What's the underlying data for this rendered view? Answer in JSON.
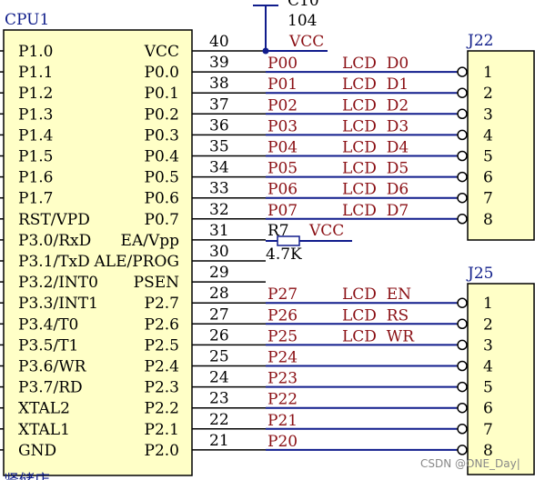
{
  "colors": {
    "line_dark": "#000000",
    "wire_blue": "#101c8c",
    "text_blue": "#0f1d8a",
    "text_red": "#8a0f14",
    "body_fill": "#ffffc7",
    "junction": "#101c8c"
  },
  "cpu": {
    "designator": "CPU1",
    "left_pins": [
      "P1.0",
      "P1.1",
      "P1.2",
      "P1.3",
      "P1.4",
      "P1.5",
      "P1.6",
      "P1.7",
      "RST/VPD",
      "P3.0/RxD",
      "P3.1/TxD",
      "P3.2/INT0",
      "P3.3/INT1",
      "P3.4/T0",
      "P3.5/T1",
      "P3.6/WR",
      "P3.7/RD",
      "XTAL2",
      "XTAL1",
      "GND"
    ],
    "right_pins": [
      {
        "name": "VCC",
        "number": "40"
      },
      {
        "name": "P0.0",
        "number": "39"
      },
      {
        "name": "P0.1",
        "number": "38"
      },
      {
        "name": "P0.2",
        "number": "37"
      },
      {
        "name": "P0.3",
        "number": "36"
      },
      {
        "name": "P0.4",
        "number": "35"
      },
      {
        "name": "P0.5",
        "number": "34"
      },
      {
        "name": "P0.6",
        "number": "33"
      },
      {
        "name": "P0.7",
        "number": "32"
      },
      {
        "name": "EA/Vpp",
        "number": "31"
      },
      {
        "name": "ALE/PROG",
        "number": "30"
      },
      {
        "name": "PSEN",
        "number": "29"
      },
      {
        "name": "P2.7",
        "number": "28"
      },
      {
        "name": "P2.6",
        "number": "27"
      },
      {
        "name": "P2.5",
        "number": "26"
      },
      {
        "name": "P2.4",
        "number": "25"
      },
      {
        "name": "P2.3",
        "number": "24"
      },
      {
        "name": "P2.2",
        "number": "23"
      },
      {
        "name": "P2.1",
        "number": "22"
      },
      {
        "name": "P2.0",
        "number": "21"
      }
    ]
  },
  "capacitor": {
    "designator": "C10",
    "value": "104"
  },
  "vcc_net_label": "VCC",
  "nets": [
    {
      "port": "",
      "signal": ""
    },
    {
      "port": "P00",
      "signal": "LCD  D0"
    },
    {
      "port": "P01",
      "signal": "LCD  D1"
    },
    {
      "port": "P02",
      "signal": "LCD  D2"
    },
    {
      "port": "P03",
      "signal": "LCD  D3"
    },
    {
      "port": "P04",
      "signal": "LCD  D4"
    },
    {
      "port": "P05",
      "signal": "LCD  D5"
    },
    {
      "port": "P06",
      "signal": "LCD  D6"
    },
    {
      "port": "P07",
      "signal": "LCD  D7"
    },
    {
      "port": "",
      "signal": ""
    },
    {
      "port": "",
      "signal": ""
    },
    {
      "port": "",
      "signal": ""
    },
    {
      "port": "P27",
      "signal": "LCD  EN"
    },
    {
      "port": "P26",
      "signal": "LCD  RS"
    },
    {
      "port": "P25",
      "signal": "LCD  WR"
    },
    {
      "port": "P24",
      "signal": ""
    },
    {
      "port": "P23",
      "signal": ""
    },
    {
      "port": "P22",
      "signal": ""
    },
    {
      "port": "P21",
      "signal": ""
    },
    {
      "port": "P20",
      "signal": ""
    }
  ],
  "resistor": {
    "designator": "R7",
    "value": "4.7K",
    "net": "VCC"
  },
  "headers": [
    {
      "designator": "J22",
      "pins": [
        "1",
        "2",
        "3",
        "4",
        "5",
        "6",
        "7",
        "8"
      ]
    },
    {
      "designator": "J25",
      "pins": [
        "1",
        "2",
        "3",
        "4",
        "5",
        "6",
        "7",
        "8"
      ]
    }
  ],
  "bottom_text": "肾储店",
  "watermark": "CSDN @ONE_Day|"
}
